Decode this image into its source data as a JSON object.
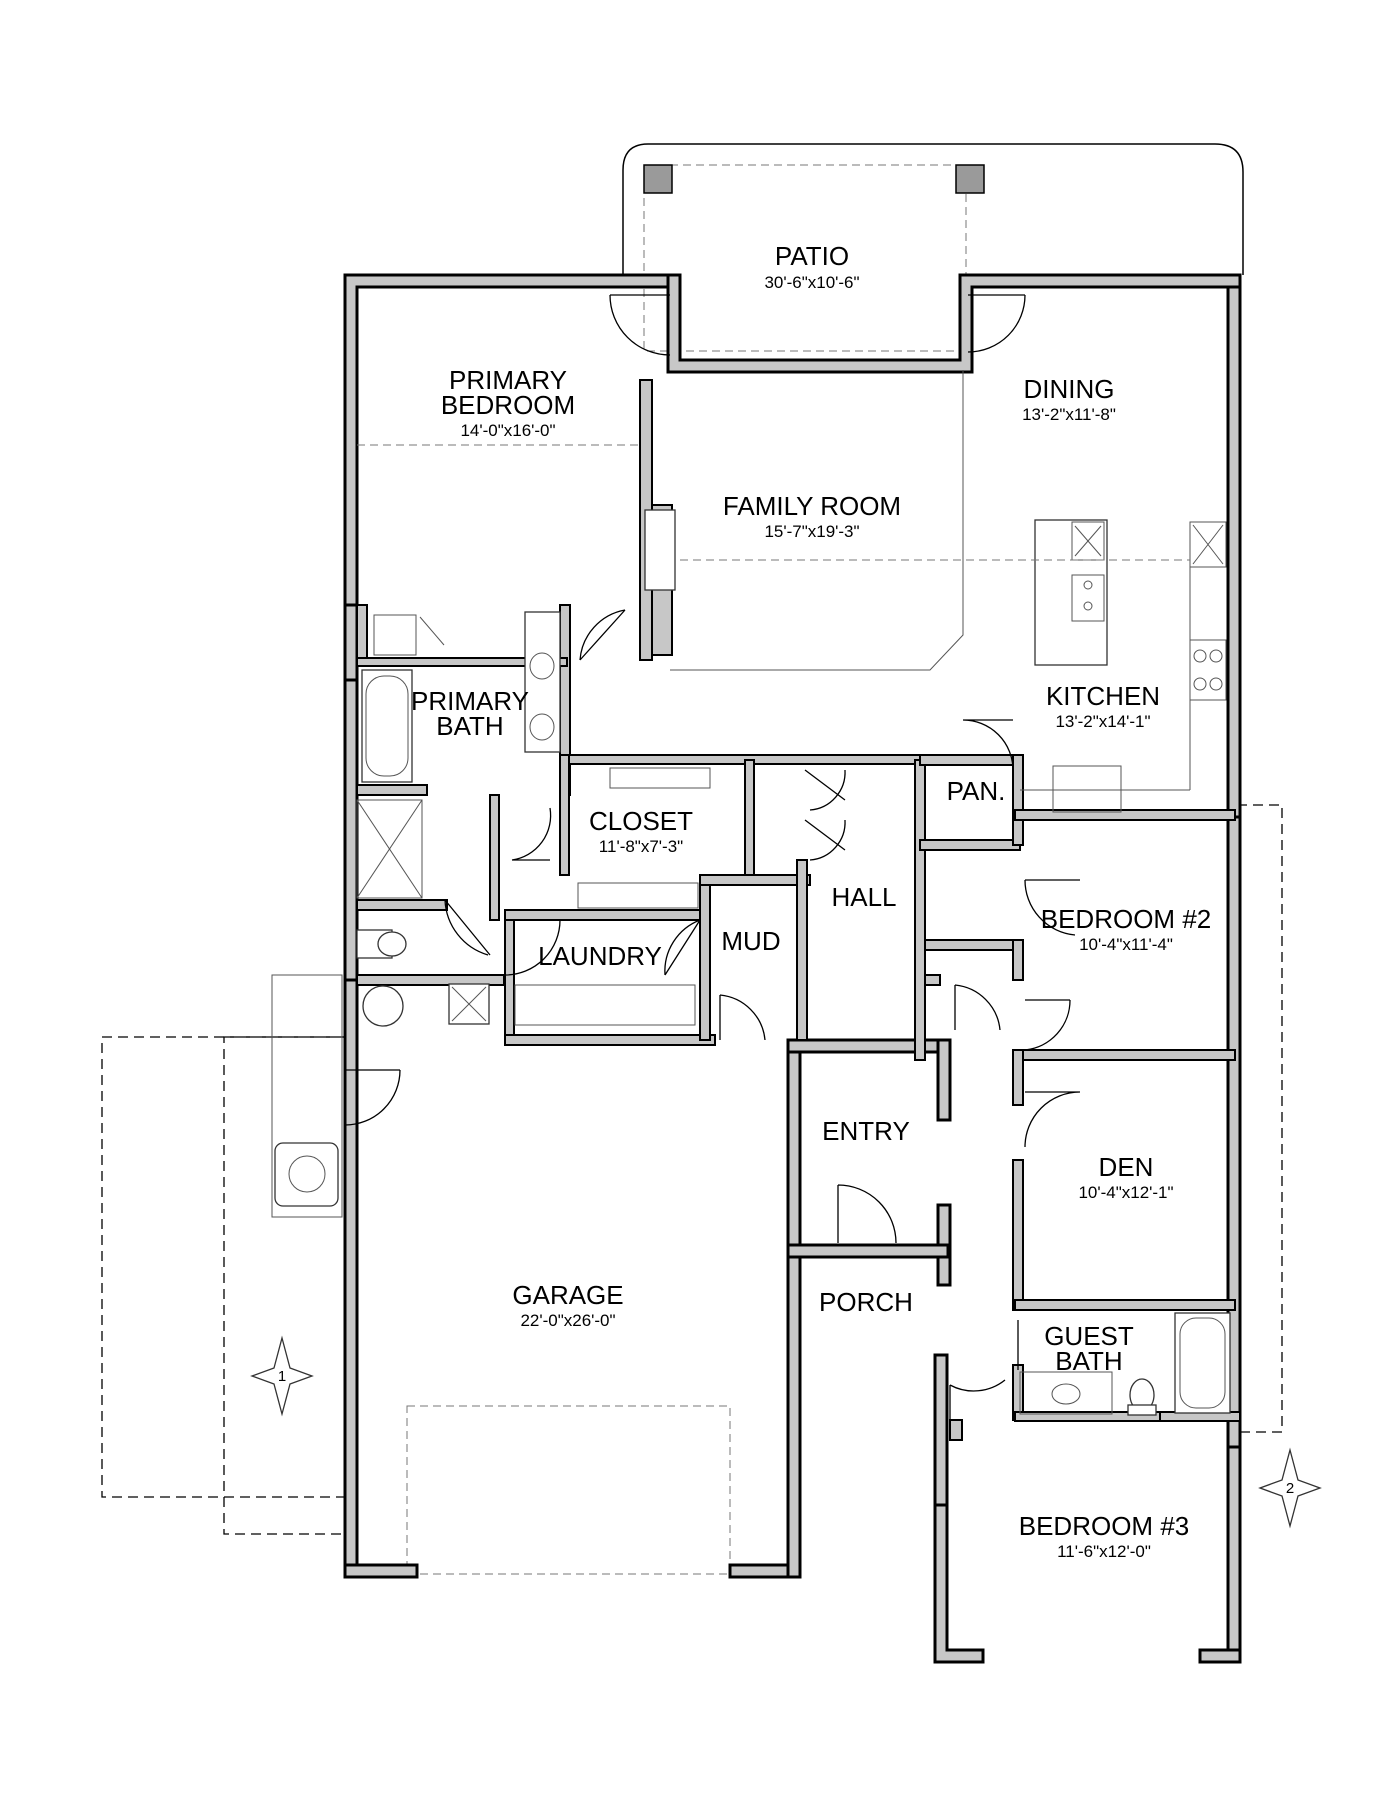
{
  "rooms": {
    "patio": {
      "name": "PATIO",
      "size": "30'-6\"x10'-6\""
    },
    "primary_bedroom": {
      "name_line1": "PRIMARY",
      "name_line2": "BEDROOM",
      "size": "14'-0\"x16'-0\""
    },
    "family_room": {
      "name": "FAMILY ROOM",
      "size": "15'-7\"x19'-3\""
    },
    "dining": {
      "name": "DINING",
      "size": "13'-2\"x11'-8\""
    },
    "kitchen": {
      "name": "KITCHEN",
      "size": "13'-2\"x14'-1\""
    },
    "primary_bath": {
      "name_line1": "PRIMARY",
      "name_line2": "BATH"
    },
    "closet": {
      "name": "CLOSET",
      "size": "11'-8\"x7'-3\""
    },
    "pantry": {
      "name": "PAN."
    },
    "hall": {
      "name": "HALL"
    },
    "bedroom2": {
      "name": "BEDROOM #2",
      "size": "10'-4\"x11'-4\""
    },
    "laundry": {
      "name": "LAUNDRY"
    },
    "mud": {
      "name": "MUD"
    },
    "entry": {
      "name": "ENTRY"
    },
    "den": {
      "name": "DEN",
      "size": "10'-4\"x12'-1\""
    },
    "porch": {
      "name": "PORCH"
    },
    "garage": {
      "name": "GARAGE",
      "size": "22'-0\"x26'-0\""
    },
    "guest_bath": {
      "name_line1": "GUEST",
      "name_line2": "BATH"
    },
    "bedroom3": {
      "name": "BEDROOM #3",
      "size": "11'-6\"x12'-0\""
    }
  },
  "elevation_markers": [
    "1",
    "2"
  ]
}
